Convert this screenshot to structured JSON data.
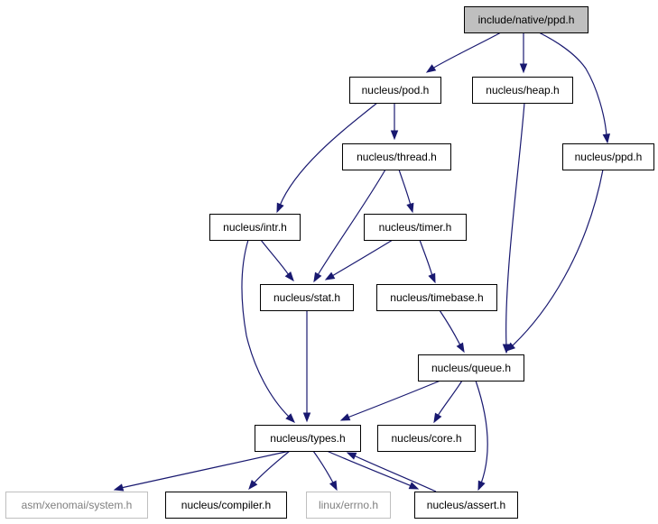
{
  "graph": {
    "colors": {
      "edge": "#191970",
      "root_fill": "#bfbfbf",
      "node_border": "#000000",
      "external_border": "#bfbfbf",
      "external_text": "#7f7f7f"
    },
    "nodes": [
      {
        "id": "root",
        "label": "include/native/ppd.h",
        "kind": "root"
      },
      {
        "id": "pod",
        "label": "nucleus/pod.h",
        "kind": "file"
      },
      {
        "id": "heap",
        "label": "nucleus/heap.h",
        "kind": "file"
      },
      {
        "id": "ppd",
        "label": "nucleus/ppd.h",
        "kind": "file"
      },
      {
        "id": "thread",
        "label": "nucleus/thread.h",
        "kind": "file"
      },
      {
        "id": "intr",
        "label": "nucleus/intr.h",
        "kind": "file"
      },
      {
        "id": "timer",
        "label": "nucleus/timer.h",
        "kind": "file"
      },
      {
        "id": "stat",
        "label": "nucleus/stat.h",
        "kind": "file"
      },
      {
        "id": "timebase",
        "label": "nucleus/timebase.h",
        "kind": "file"
      },
      {
        "id": "queue",
        "label": "nucleus/queue.h",
        "kind": "file"
      },
      {
        "id": "types",
        "label": "nucleus/types.h",
        "kind": "file"
      },
      {
        "id": "core",
        "label": "nucleus/core.h",
        "kind": "file"
      },
      {
        "id": "system",
        "label": "asm/xenomai/system.h",
        "kind": "external"
      },
      {
        "id": "compiler",
        "label": "nucleus/compiler.h",
        "kind": "file"
      },
      {
        "id": "errno",
        "label": "linux/errno.h",
        "kind": "external"
      },
      {
        "id": "assert",
        "label": "nucleus/assert.h",
        "kind": "file"
      }
    ],
    "edges": [
      {
        "from": "root",
        "to": "pod"
      },
      {
        "from": "root",
        "to": "heap"
      },
      {
        "from": "root",
        "to": "ppd"
      },
      {
        "from": "pod",
        "to": "thread"
      },
      {
        "from": "pod",
        "to": "intr"
      },
      {
        "from": "thread",
        "to": "stat"
      },
      {
        "from": "thread",
        "to": "timer"
      },
      {
        "from": "intr",
        "to": "stat"
      },
      {
        "from": "intr",
        "to": "types"
      },
      {
        "from": "timer",
        "to": "stat"
      },
      {
        "from": "timer",
        "to": "timebase"
      },
      {
        "from": "heap",
        "to": "queue"
      },
      {
        "from": "ppd",
        "to": "queue"
      },
      {
        "from": "timebase",
        "to": "queue"
      },
      {
        "from": "stat",
        "to": "types"
      },
      {
        "from": "queue",
        "to": "types"
      },
      {
        "from": "queue",
        "to": "core"
      },
      {
        "from": "queue",
        "to": "assert"
      },
      {
        "from": "types",
        "to": "system"
      },
      {
        "from": "types",
        "to": "compiler"
      },
      {
        "from": "types",
        "to": "errno"
      },
      {
        "from": "types",
        "to": "assert"
      },
      {
        "from": "assert",
        "to": "types"
      }
    ]
  }
}
